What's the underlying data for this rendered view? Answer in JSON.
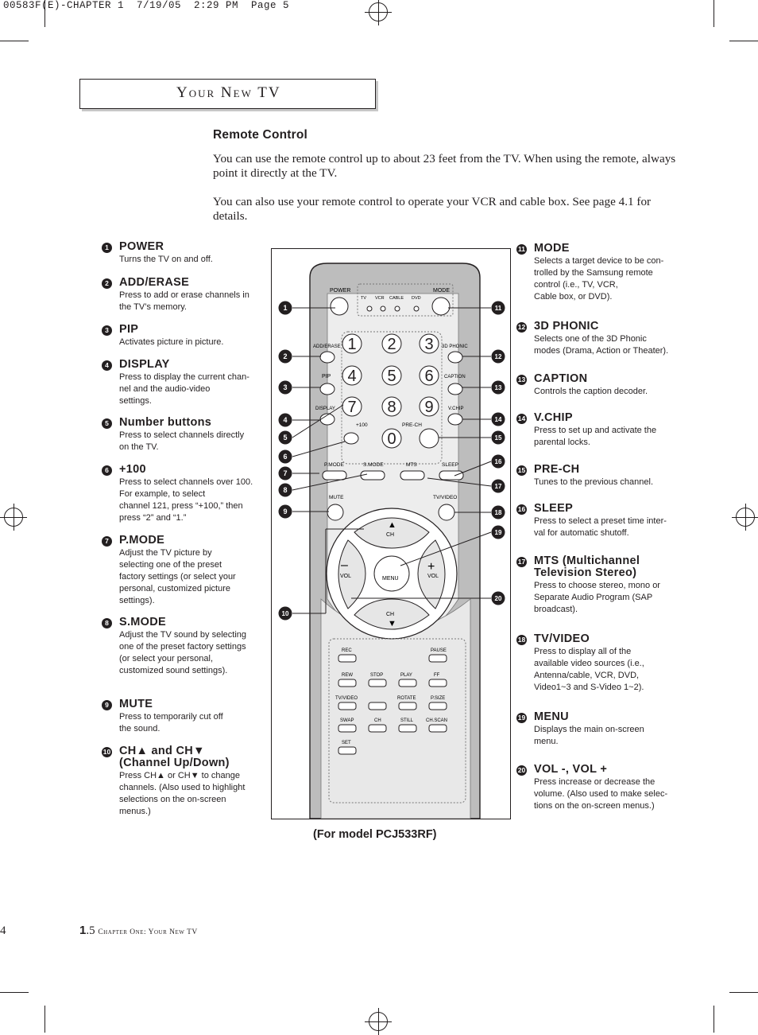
{
  "slug": "00583F(E)-CHAPTER 1  7/19/05  2:29 PM  Page 5",
  "header_title": "Your New TV",
  "section_title": "Remote Control",
  "para1": "You can use the remote control up to about 23 feet from the TV. When using the remote, always point it directly at the TV.",
  "para2": "You can also use your remote control to operate your VCR and cable box. See page 4.1 for details.",
  "left_items": [
    {
      "n": "1",
      "title": "POWER",
      "desc": "Turns the TV on and off."
    },
    {
      "n": "2",
      "title": "ADD/ERASE",
      "desc": "Press to add or erase channels in\nthe TV’s memory."
    },
    {
      "n": "3",
      "title": "PIP",
      "desc": "Activates picture in picture."
    },
    {
      "n": "4",
      "title": "DISPLAY",
      "desc": "Press to display the current chan-\nnel and the audio-video\nsettings."
    },
    {
      "n": "5",
      "title": "Number buttons",
      "desc": "Press to select channels directly\non the TV."
    },
    {
      "n": "6",
      "title": "+100",
      "desc": "Press to select channels over 100.\nFor example, to select\nchannel 121, press “+100,” then\npress “2” and “1.”"
    },
    {
      "n": "7",
      "title": "P.MODE",
      "desc": "Adjust the TV picture by\nselecting one of the preset\nfactory settings (or select your\npersonal, customized picture\nsettings)."
    },
    {
      "n": "8",
      "title": "S.MODE",
      "desc": "Adjust the TV sound by selecting\none of the preset factory settings\n(or select your personal,\ncustomized sound settings)."
    },
    {
      "n": "9",
      "title": "MUTE",
      "desc": "Press to temporarily cut off\nthe sound."
    },
    {
      "n": "10",
      "title": "CH▲ and CH▼\n(Channel Up/Down)",
      "desc": "Press CH▲ or CH▼ to change\nchannels. (Also used to highlight\nselections on the on-screen\nmenus.)"
    }
  ],
  "right_items": [
    {
      "n": "11",
      "title": "MODE",
      "desc": "Selects a target device to be con-\ntrolled by the Samsung remote\ncontrol (i.e., TV, VCR,\nCable box, or DVD)."
    },
    {
      "n": "12",
      "title": "3D PHONIC",
      "desc": "Selects one of the 3D Phonic\nmodes (Drama, Action or Theater)."
    },
    {
      "n": "13",
      "title": "CAPTION",
      "desc": "Controls the caption decoder."
    },
    {
      "n": "14",
      "title": "V.CHIP",
      "desc": "Press to set up and activate the\nparental locks."
    },
    {
      "n": "15",
      "title": "PRE-CH",
      "desc": "Tunes to the previous channel."
    },
    {
      "n": "16",
      "title": "SLEEP",
      "desc": "Press to select a preset time inter-\nval for automatic shutoff."
    },
    {
      "n": "17",
      "title": "MTS (Multichannel\nTelevision Stereo)",
      "desc": "Press to choose stereo, mono or\nSeparate Audio Program (SAP\nbroadcast)."
    },
    {
      "n": "18",
      "title": "TV/VIDEO",
      "desc": "Press to display all of the\navailable video sources (i.e.,\nAntenna/cable, VCR, DVD,\nVideo1~3 and S-Video 1~2)."
    },
    {
      "n": "19",
      "title": "MENU",
      "desc": "Displays the main on-screen\nmenu."
    },
    {
      "n": "20",
      "title": "VOL -, VOL +",
      "desc": "Press increase or decrease the\nvolume. (Also used to make selec-\ntions on the on-screen menus.)"
    }
  ],
  "remote": {
    "power": "POWER",
    "mode": "MODE",
    "dev_tv": "TV",
    "dev_vcr": "VCR",
    "dev_cable": "CABLE",
    "dev_dvd": "DVD",
    "add_erase": "ADD/ERASE",
    "pip": "PIP",
    "display": "DISPLAY",
    "plus100": "+100",
    "pre_ch": "PRE-CH",
    "phonic": "3D PHONIC",
    "caption": "CAPTION",
    "vchip": "V.CHIP",
    "d1": "1",
    "d2": "2",
    "d3": "3",
    "d4": "4",
    "d5": "5",
    "d6": "6",
    "d7": "7",
    "d8": "8",
    "d9": "9",
    "d0": "0",
    "pmode": "P.MODE",
    "smode": "S.MODE",
    "mts": "MTS",
    "sleep": "SLEEP",
    "mute": "MUTE",
    "tvvideo": "TV/VIDEO",
    "ch": "CH",
    "vol": "VOL",
    "menu": "MENU",
    "rec": "REC",
    "pause": "PAUSE",
    "rew": "REW",
    "stop": "STOP",
    "play": "PLAY",
    "ff": "FF",
    "tvvideo2": "TV/VIDEO",
    "rotate": "ROTATE",
    "psize": "P.SIZE",
    "swap": "SWAP",
    "ch2": "CH",
    "still": "STILL",
    "chscan": "CH.SCAN",
    "set": "SET"
  },
  "figure_caption": "(For model PCJ533RF)",
  "footer_page_left": "4",
  "footer_num": "1",
  "footer_num2": ".5",
  "footer_text": "Chapter One: Your New TV"
}
